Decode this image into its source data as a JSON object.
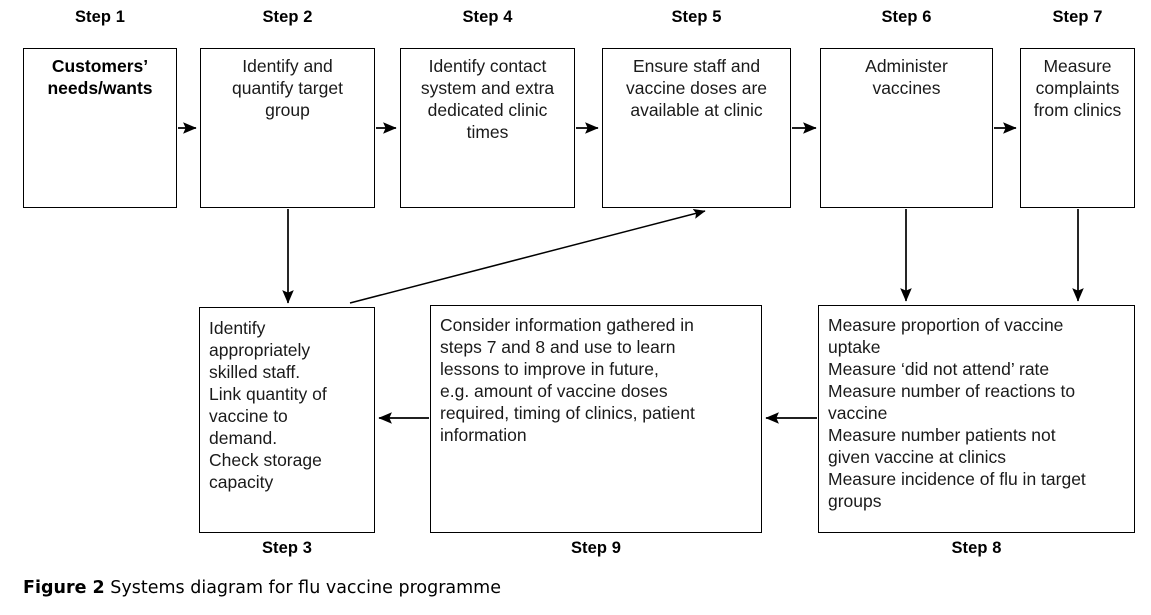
{
  "figure": {
    "caption_prefix": "Figure 2",
    "caption_text": " Systems diagram for flu vaccine programme"
  },
  "diagram": {
    "type": "flowchart",
    "title": "Systems diagram for flu vaccine programme",
    "nodes": [
      {
        "id": "step1",
        "label": "Step 1",
        "label_position": "above",
        "text": "Customers’\nneeds/wants",
        "bold": true,
        "align": "center",
        "row": "top"
      },
      {
        "id": "step2",
        "label": "Step 2",
        "label_position": "above",
        "text": "Identify and\nquantify target\ngroup",
        "bold": false,
        "align": "center",
        "row": "top"
      },
      {
        "id": "step4",
        "label": "Step 4",
        "label_position": "above",
        "text": "Identify contact\nsystem and extra\ndedicated clinic\ntimes",
        "bold": false,
        "align": "center",
        "row": "top"
      },
      {
        "id": "step5",
        "label": "Step 5",
        "label_position": "above",
        "text": "Ensure staff and\nvaccine doses are\navailable at clinic",
        "bold": false,
        "align": "center",
        "row": "top"
      },
      {
        "id": "step6",
        "label": "Step 6",
        "label_position": "above",
        "text": "Administer\nvaccines",
        "bold": false,
        "align": "center",
        "row": "top"
      },
      {
        "id": "step7",
        "label": "Step 7",
        "label_position": "above",
        "text": "Measure\ncomplaints\nfrom clinics",
        "bold": false,
        "align": "center",
        "row": "top"
      },
      {
        "id": "step3",
        "label": "Step 3",
        "label_position": "below",
        "text": "Identify\nappropriately\nskilled staff.\nLink quantity of\nvaccine to\ndemand.\nCheck storage\ncapacity",
        "bold": false,
        "align": "left",
        "row": "bottom"
      },
      {
        "id": "step9",
        "label": "Step 9",
        "label_position": "below",
        "text": "Consider information gathered in\nsteps 7 and 8 and use to learn\nlessons to improve in future,\ne.g. amount of vaccine doses\nrequired, timing of clinics, patient\ninformation",
        "bold": false,
        "align": "left",
        "row": "bottom"
      },
      {
        "id": "step8",
        "label": "Step 8",
        "label_position": "below",
        "text": "Measure proportion of vaccine\nuptake\nMeasure ‘did not attend’ rate\nMeasure number of reactions to\nvaccine\nMeasure number patients not\ngiven vaccine at clinics\nMeasure incidence of flu in target\ngroups",
        "bold": false,
        "align": "left",
        "row": "bottom"
      }
    ],
    "edges": [
      {
        "id": "e1",
        "from": "step1",
        "to": "step2",
        "direction": "right"
      },
      {
        "id": "e2",
        "from": "step2",
        "to": "step4",
        "direction": "right"
      },
      {
        "id": "e3",
        "from": "step4",
        "to": "step5",
        "direction": "right"
      },
      {
        "id": "e4",
        "from": "step5",
        "to": "step6",
        "direction": "right"
      },
      {
        "id": "e5",
        "from": "step6",
        "to": "step7",
        "direction": "right"
      },
      {
        "id": "e6",
        "from": "step2",
        "to": "step3",
        "direction": "down"
      },
      {
        "id": "e7",
        "from": "step3",
        "to": "step5",
        "direction": "diagonal-up-right"
      },
      {
        "id": "e8",
        "from": "step6",
        "to": "step8",
        "direction": "down"
      },
      {
        "id": "e9",
        "from": "step7",
        "to": "step8",
        "direction": "down"
      },
      {
        "id": "e10",
        "from": "step8",
        "to": "step9",
        "direction": "left"
      },
      {
        "id": "e11",
        "from": "step9",
        "to": "step3",
        "direction": "left"
      }
    ]
  },
  "colors": {
    "stroke": "#000000",
    "background": "#ffffff",
    "text": "#1a1a1a"
  }
}
